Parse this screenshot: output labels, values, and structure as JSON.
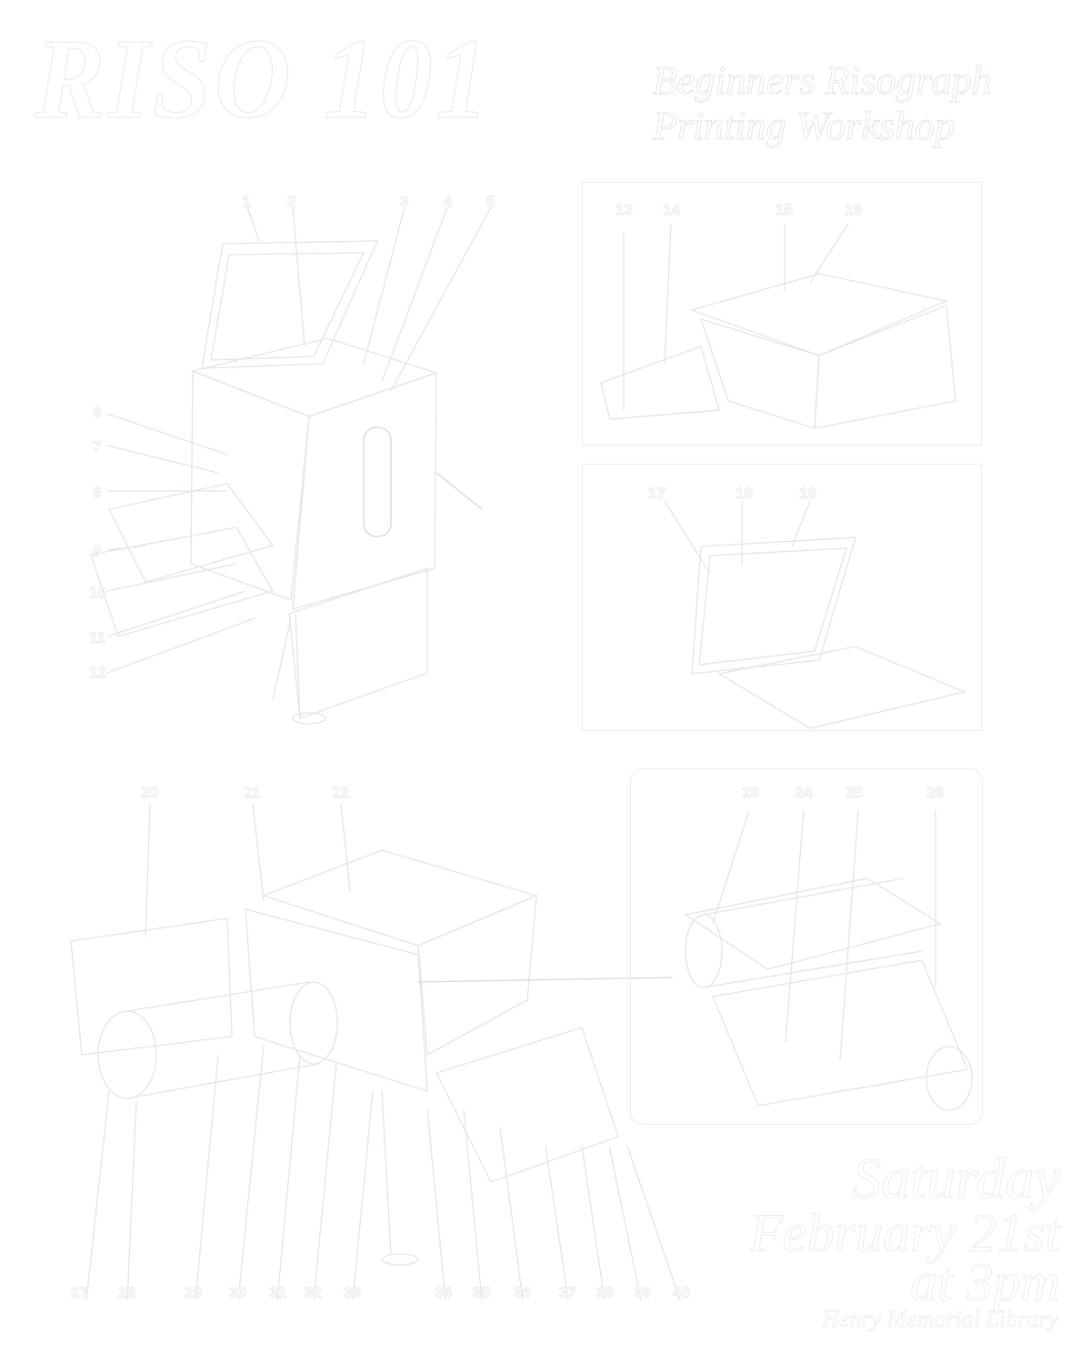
{
  "header": {
    "title": "RISO 101",
    "subtitle_line1": "Beginners Risograph",
    "subtitle_line2": "Printing Workshop"
  },
  "figures": {
    "main_machine": {
      "labels": [
        "1",
        "2",
        "3",
        "4",
        "5",
        "6",
        "7",
        "8",
        "9",
        "10",
        "11",
        "12"
      ]
    },
    "top_right_panel": {
      "labels": [
        "13",
        "14",
        "15",
        "16"
      ]
    },
    "middle_right_panel": {
      "labels": [
        "17",
        "18",
        "19"
      ]
    },
    "drum_view": {
      "top_labels": [
        "20",
        "21",
        "22"
      ],
      "bottom_labels": [
        "27",
        "28",
        "29",
        "30",
        "31",
        "32",
        "33",
        "34",
        "35",
        "36",
        "37",
        "38",
        "39",
        "40"
      ]
    },
    "detail_panel": {
      "labels": [
        "23",
        "24",
        "25",
        "26"
      ]
    }
  },
  "event": {
    "day": "Saturday",
    "date": "February 21st",
    "time": "at 3pm",
    "venue": "Henry Memorial Library"
  },
  "colors": {
    "background": "#ffffff",
    "line": "#e8e1ea"
  }
}
